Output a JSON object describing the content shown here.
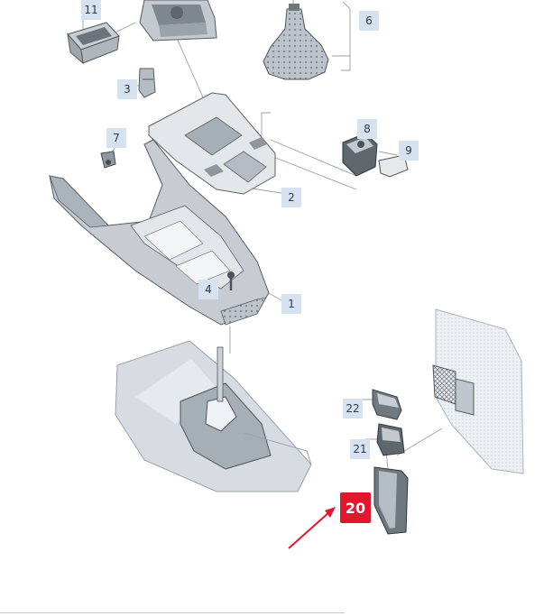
{
  "callouts": {
    "c11": "11",
    "c6": "6",
    "c3": "3",
    "c8": "8",
    "c7": "7",
    "c9": "9",
    "c2": "2",
    "c4": "4",
    "c1": "1",
    "c22": "22",
    "c21": "21",
    "c20": "20"
  },
  "colors": {
    "callout_bg": "#d6e2ef",
    "highlight": "#e0182d",
    "part_fill": "#d3d8dd",
    "line": "#7a7f84"
  }
}
